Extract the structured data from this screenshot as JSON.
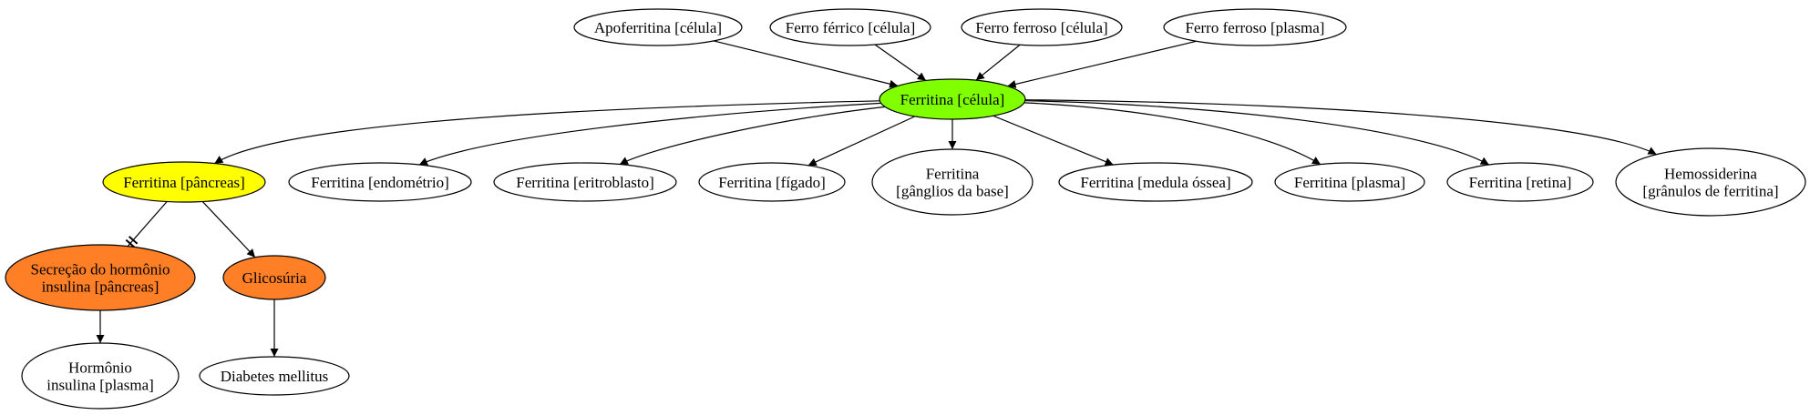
{
  "nodes": [
    {
      "id": "apoferritina",
      "lines": [
        "Apoferritina [célula]"
      ],
      "fill": "#ffffff"
    },
    {
      "id": "ferro-ferrico",
      "lines": [
        "Ferro férrico [célula]"
      ],
      "fill": "#ffffff"
    },
    {
      "id": "ferro-ferroso-celula",
      "lines": [
        "Ferro ferroso [célula]"
      ],
      "fill": "#ffffff"
    },
    {
      "id": "ferro-ferroso-plasma",
      "lines": [
        "Ferro ferroso [plasma]"
      ],
      "fill": "#ffffff"
    },
    {
      "id": "ferritina-celula",
      "lines": [
        "Ferritina [célula]"
      ],
      "fill": "#7fff00"
    },
    {
      "id": "ferritina-pancreas",
      "lines": [
        "Ferritina [pâncreas]"
      ],
      "fill": "#ffff00"
    },
    {
      "id": "ferritina-endometrio",
      "lines": [
        "Ferritina [endométrio]"
      ],
      "fill": "#ffffff"
    },
    {
      "id": "ferritina-eritroblasto",
      "lines": [
        "Ferritina [eritroblasto]"
      ],
      "fill": "#ffffff"
    },
    {
      "id": "ferritina-figado",
      "lines": [
        "Ferritina [fígado]"
      ],
      "fill": "#ffffff"
    },
    {
      "id": "ferritina-ganglios",
      "lines": [
        "Ferritina",
        "[gânglios da base]"
      ],
      "fill": "#ffffff"
    },
    {
      "id": "ferritina-medula",
      "lines": [
        "Ferritina [medula óssea]"
      ],
      "fill": "#ffffff"
    },
    {
      "id": "ferritina-plasma",
      "lines": [
        "Ferritina [plasma]"
      ],
      "fill": "#ffffff"
    },
    {
      "id": "ferritina-retina",
      "lines": [
        "Ferritina [retina]"
      ],
      "fill": "#ffffff"
    },
    {
      "id": "hemossiderina",
      "lines": [
        "Hemossiderina",
        "[grânulos de ferritina]"
      ],
      "fill": "#ffffff"
    },
    {
      "id": "secrecao-insulina",
      "lines": [
        "Secreção do hormônio",
        "insulina [pâncreas]"
      ],
      "fill": "#ff7f27"
    },
    {
      "id": "glicosuria",
      "lines": [
        "Glicosúria"
      ],
      "fill": "#ff7f27"
    },
    {
      "id": "hormonio-insulina-plasma",
      "lines": [
        "Hormônio",
        "insulina [plasma]"
      ],
      "fill": "#ffffff"
    },
    {
      "id": "diabetes-mellitus",
      "lines": [
        "Diabetes mellitus"
      ],
      "fill": "#ffffff"
    }
  ],
  "edges": [
    {
      "from": "apoferritina",
      "to": "ferritina-celula",
      "type": "normal"
    },
    {
      "from": "ferro-ferrico",
      "to": "ferritina-celula",
      "type": "normal"
    },
    {
      "from": "ferro-ferroso-celula",
      "to": "ferritina-celula",
      "type": "normal"
    },
    {
      "from": "ferro-ferroso-plasma",
      "to": "ferritina-celula",
      "type": "normal"
    },
    {
      "from": "ferritina-celula",
      "to": "ferritina-pancreas",
      "type": "normal"
    },
    {
      "from": "ferritina-celula",
      "to": "ferritina-endometrio",
      "type": "normal"
    },
    {
      "from": "ferritina-celula",
      "to": "ferritina-eritroblasto",
      "type": "normal"
    },
    {
      "from": "ferritina-celula",
      "to": "ferritina-figado",
      "type": "normal"
    },
    {
      "from": "ferritina-celula",
      "to": "ferritina-ganglios",
      "type": "normal"
    },
    {
      "from": "ferritina-celula",
      "to": "ferritina-medula",
      "type": "normal"
    },
    {
      "from": "ferritina-celula",
      "to": "ferritina-plasma",
      "type": "normal"
    },
    {
      "from": "ferritina-celula",
      "to": "ferritina-retina",
      "type": "normal"
    },
    {
      "from": "ferritina-celula",
      "to": "hemossiderina",
      "type": "normal"
    },
    {
      "from": "ferritina-pancreas",
      "to": "secrecao-insulina",
      "type": "inhibit"
    },
    {
      "from": "ferritina-pancreas",
      "to": "glicosuria",
      "type": "normal"
    },
    {
      "from": "secrecao-insulina",
      "to": "hormonio-insulina-plasma",
      "type": "normal"
    },
    {
      "from": "glicosuria",
      "to": "diabetes-mellitus",
      "type": "normal"
    }
  ]
}
